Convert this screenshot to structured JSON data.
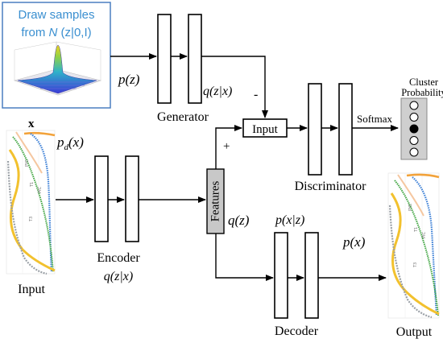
{
  "sampler": {
    "line1": "Draw samples",
    "line2_prefix": "from ",
    "line2_N": "N",
    "line2_suffix": " (z|0,I)",
    "border_color": "#4a7fc1",
    "text_color": "#3a8fd0"
  },
  "labels": {
    "pz": "p(z)",
    "generator": "Generator",
    "q_z_x_gen": "q(z|x)",
    "minus": "-",
    "plus": "+",
    "input_box": "Input",
    "softmax": "Softmax",
    "cluster_line1": "Cluster",
    "cluster_line2": "Probability",
    "discriminator": "Discriminator",
    "x_bold": "x",
    "pd_x_main": "p",
    "pd_x_sub": "d",
    "pd_x_arg": "(x)",
    "features": "Features",
    "qz": "q(z)",
    "encoder": "Encoder",
    "q_z_x_enc": "q(z|x)",
    "input_caption": "Input",
    "p_x_given_z": "p(x|z)",
    "p_x": "p(x)",
    "decoder": "Decoder",
    "output_caption": "Output"
  },
  "cluster_nodes": [
    "empty",
    "empty",
    "filled",
    "empty",
    "empty"
  ],
  "plot_labels": [
    "PYC",
    "T1",
    "PIC",
    "T3",
    "T3"
  ],
  "colors": {
    "features_fill": "#c8c8c8",
    "cluster_fill": "#cfcfcf",
    "orange": "#f2a23a",
    "blue": "#3b7fd6",
    "green": "#41a542",
    "yellow": "#f2c12e",
    "gray": "#9aa0a6",
    "peach": "#f5c7a0"
  }
}
